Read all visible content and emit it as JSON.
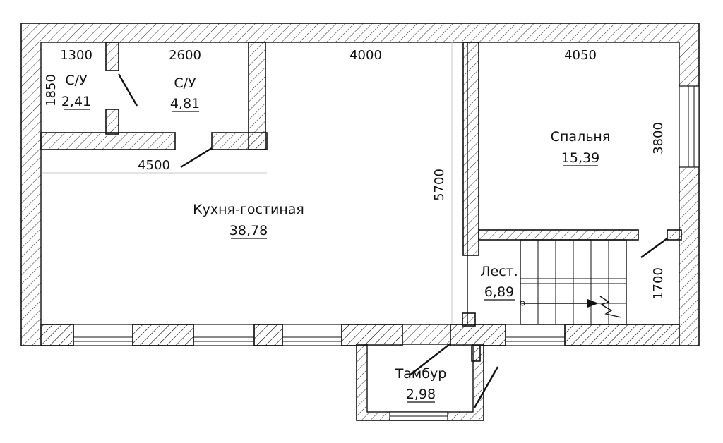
{
  "rooms": {
    "wc1": {
      "name": "С/У",
      "area": "2,41"
    },
    "wc2": {
      "name": "С/У",
      "area": "4,81"
    },
    "bedroom": {
      "name": "Спальня",
      "area": "15,39"
    },
    "kitchen": {
      "name": "Кухня-гостиная",
      "area": "38,78"
    },
    "stairs": {
      "name": "Лест.",
      "area": "6,89"
    },
    "vestibule": {
      "name": "Тамбур",
      "area": "2,98"
    }
  },
  "dimensions": {
    "wc1_width": "1300",
    "wc1_depth": "1850",
    "wc2_width": "2600",
    "corridor_width": "4000",
    "bedroom_width": "4050",
    "bedroom_depth": "3800",
    "kitchen_width": "4500",
    "hall_depth": "5700",
    "stairs_depth": "1700"
  },
  "colors": {
    "line": "#111111",
    "background": "#ffffff",
    "dimension_line": "#c8c8c8"
  }
}
